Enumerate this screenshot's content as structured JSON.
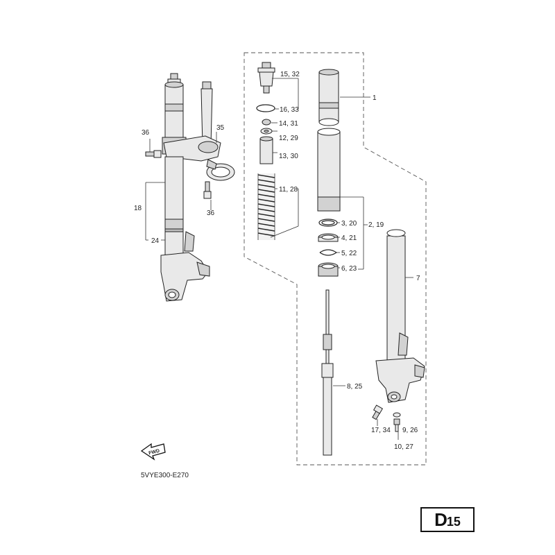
{
  "diagram_code": "5VYE300-E270",
  "fwd_label": "FWD",
  "page_badge": {
    "letter": "D",
    "number": "15"
  },
  "callouts": {
    "c1": "1",
    "c2_19": "2, 19",
    "c3_20": "3, 20",
    "c4_21": "4, 21",
    "c5_22": "5, 22",
    "c6_23": "6, 23",
    "c7": "7",
    "c8_25": "8, 25",
    "c9_26": "9, 26",
    "c10_27": "10, 27",
    "c11_28": "11, 28",
    "c12_29": "12, 29",
    "c13_30": "13, 30",
    "c14_31": "14, 31",
    "c15_32": "15, 32",
    "c16_33": "16, 33",
    "c17_34": "17, 34",
    "c18": "18",
    "c24": "24",
    "c35": "35",
    "c36a": "36",
    "c36b": "36"
  }
}
